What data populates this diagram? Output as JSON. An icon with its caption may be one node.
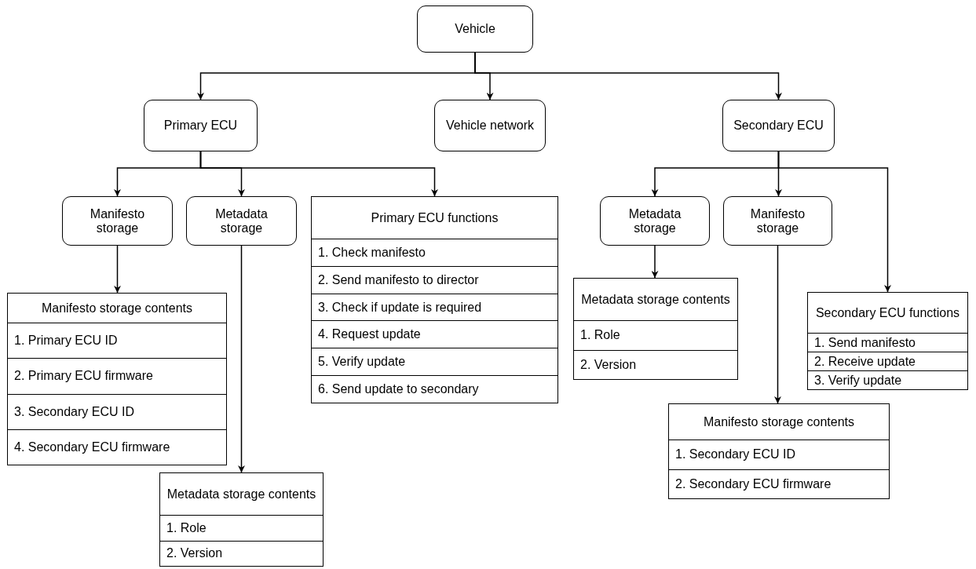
{
  "diagram": {
    "nodes": [
      {
        "text": [
          "Vehicle"
        ]
      },
      {
        "text": [
          "Primary ECU"
        ]
      },
      {
        "text": [
          "Vehicle network"
        ]
      },
      {
        "text": [
          "Secondary ECU"
        ]
      },
      {
        "text": [
          "Manifesto storage"
        ]
      },
      {
        "text": [
          "Metadata storage"
        ]
      },
      {
        "text": [
          "Primary ECU functions",
          "1. Check manifesto",
          "2. Send manifesto to director",
          "3. Check if update is required",
          "4. Request update",
          "5. Verify update",
          "6. Send update to secondary"
        ]
      },
      {
        "text": [
          "Metadata storage"
        ]
      },
      {
        "text": [
          "Manifesto storage"
        ]
      },
      {
        "text": [
          "Manifesto storage contents",
          "1. Primary ECU ID",
          "2. Primary ECU firmware",
          "3. Secondary ECU ID",
          "4. Secondary ECU firmware"
        ]
      },
      {
        "text": [
          "Secondary ECU functions",
          "1. Send manifesto",
          "2. Receive update",
          "3. Verify update"
        ]
      },
      {
        "text": [
          "Metadata storage contents",
          "1. Role",
          "2. Version"
        ]
      },
      {
        "text": [
          "Manifesto storage contents",
          "1. Secondary ECU ID",
          "2. Secondary ECU firmware"
        ]
      },
      {
        "text": [
          "Metadata storage contents",
          "1. Role",
          "2. Version"
        ]
      }
    ],
    "edges": [
      {
        "from": 0,
        "to": 1,
        "arrow": "to"
      },
      {
        "from": 0,
        "to": 2,
        "arrow": "to"
      },
      {
        "from": 0,
        "to": 3,
        "arrow": "to"
      },
      {
        "from": 1,
        "to": 4,
        "arrow": "to"
      },
      {
        "from": 1,
        "to": 5,
        "arrow": "to"
      },
      {
        "from": 1,
        "to": 6,
        "arrow": "to"
      },
      {
        "from": 3,
        "to": 7,
        "arrow": "to"
      },
      {
        "from": 3,
        "to": 8,
        "arrow": "to"
      },
      {
        "from": 3,
        "to": 10,
        "arrow": "to"
      },
      {
        "from": 4,
        "to": 9,
        "arrow": "to"
      },
      {
        "from": 5,
        "to": 13,
        "arrow": "to"
      },
      {
        "from": 7,
        "to": 11,
        "arrow": "to"
      },
      {
        "from": 8,
        "to": 12,
        "arrow": "to"
      }
    ]
  }
}
